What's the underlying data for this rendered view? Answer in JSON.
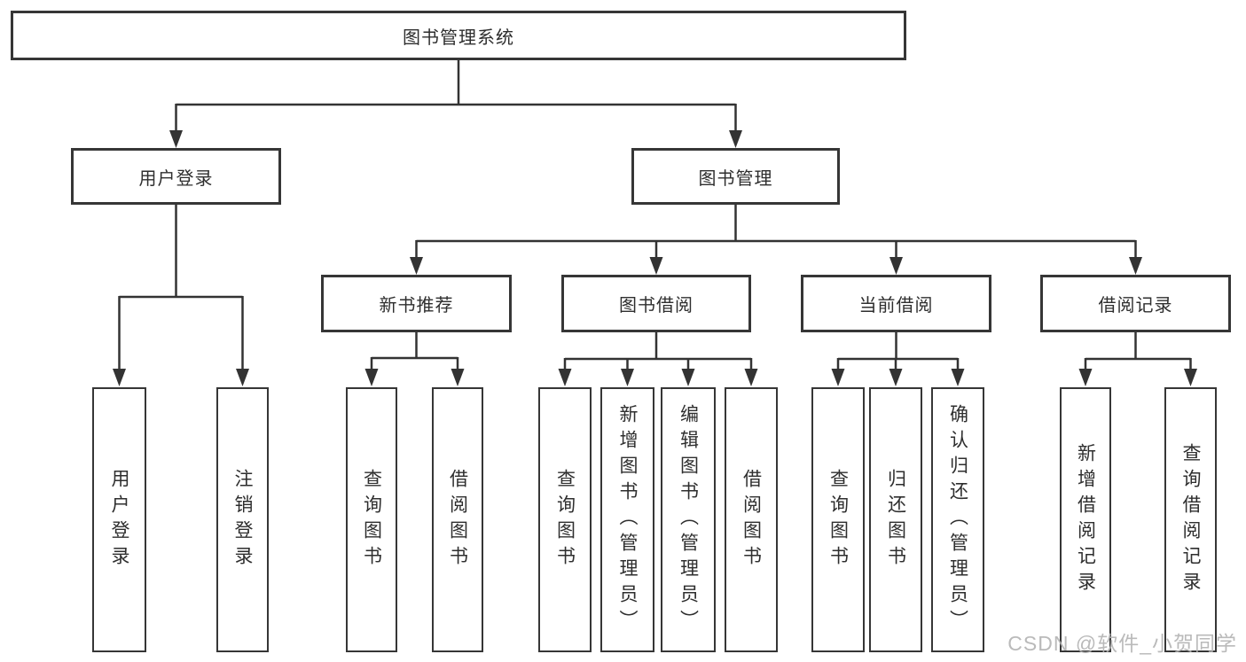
{
  "diagram": {
    "root": {
      "label": "图书管理系统"
    },
    "branches": [
      {
        "label": "用户登录",
        "leaves": [
          "用户登录",
          "注销登录"
        ]
      },
      {
        "label": "图书管理",
        "groups": [
          {
            "label": "新书推荐",
            "leaves": [
              "查询图书",
              "借阅图书"
            ]
          },
          {
            "label": "图书借阅",
            "leaves": [
              "查询图书",
              "新增图书（管理员）",
              "编辑图书（管理员）",
              "借阅图书"
            ]
          },
          {
            "label": "当前借阅",
            "leaves": [
              "查询图书",
              "归还图书",
              "确认归还（管理员）"
            ]
          },
          {
            "label": "借阅记录",
            "leaves": [
              "新增借阅记录",
              "查询借阅记录"
            ]
          }
        ]
      }
    ]
  },
  "watermark": {
    "text": "CSDN @软件_小贺同学"
  },
  "colors": {
    "line": "#333333",
    "box_border": "#363636",
    "text": "#2e2e2e",
    "watermark": "#b3b3b3",
    "background": "#ffffff"
  }
}
